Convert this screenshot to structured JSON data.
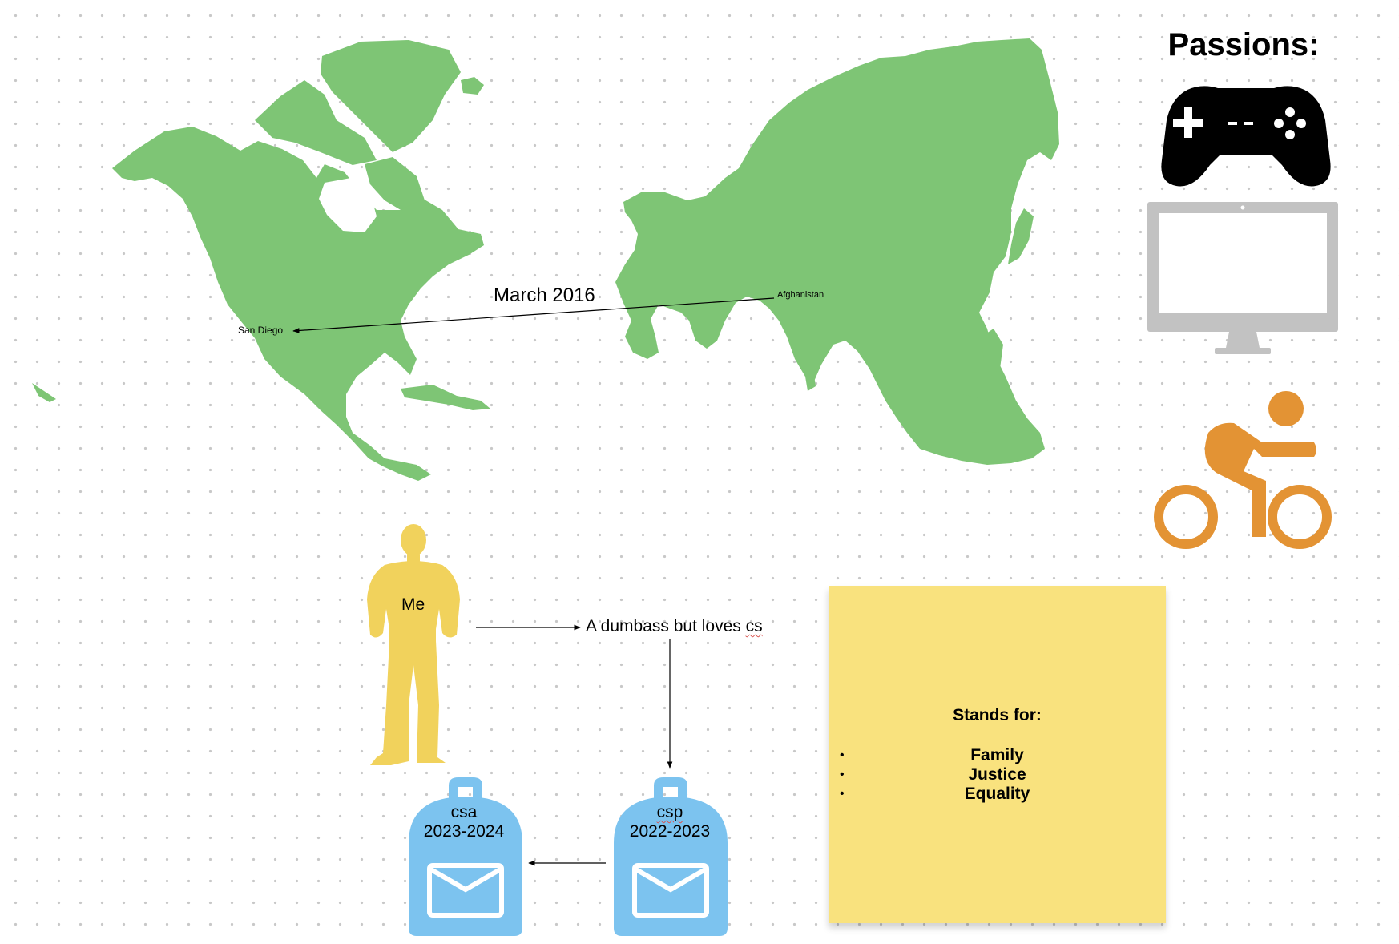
{
  "colors": {
    "map_land": "#7ec575",
    "person": "#f1d25c",
    "backpack": "#7cc3ef",
    "note": "#f9e27e",
    "monitor": "#c2c2c2",
    "bike": "#e39334",
    "controller": "#000000"
  },
  "passions": {
    "title": "Passions:",
    "icons": [
      "gamepad-icon",
      "monitor-icon",
      "cyclist-icon"
    ]
  },
  "map": {
    "from_label": "Afghanistan",
    "to_label": "San Diego",
    "journey_label": "March 2016"
  },
  "person": {
    "label": "Me",
    "icon": "person-silhouette-icon"
  },
  "description": {
    "prefix": "A dumbass but loves ",
    "highlight": "cs"
  },
  "classes": [
    {
      "name": "csp",
      "years": "2022-2023"
    },
    {
      "name": "csa",
      "years": "2023-2024"
    }
  ],
  "sticky_note": {
    "heading": "Stands for:",
    "items": [
      "Family",
      "Justice",
      "Equality"
    ]
  }
}
